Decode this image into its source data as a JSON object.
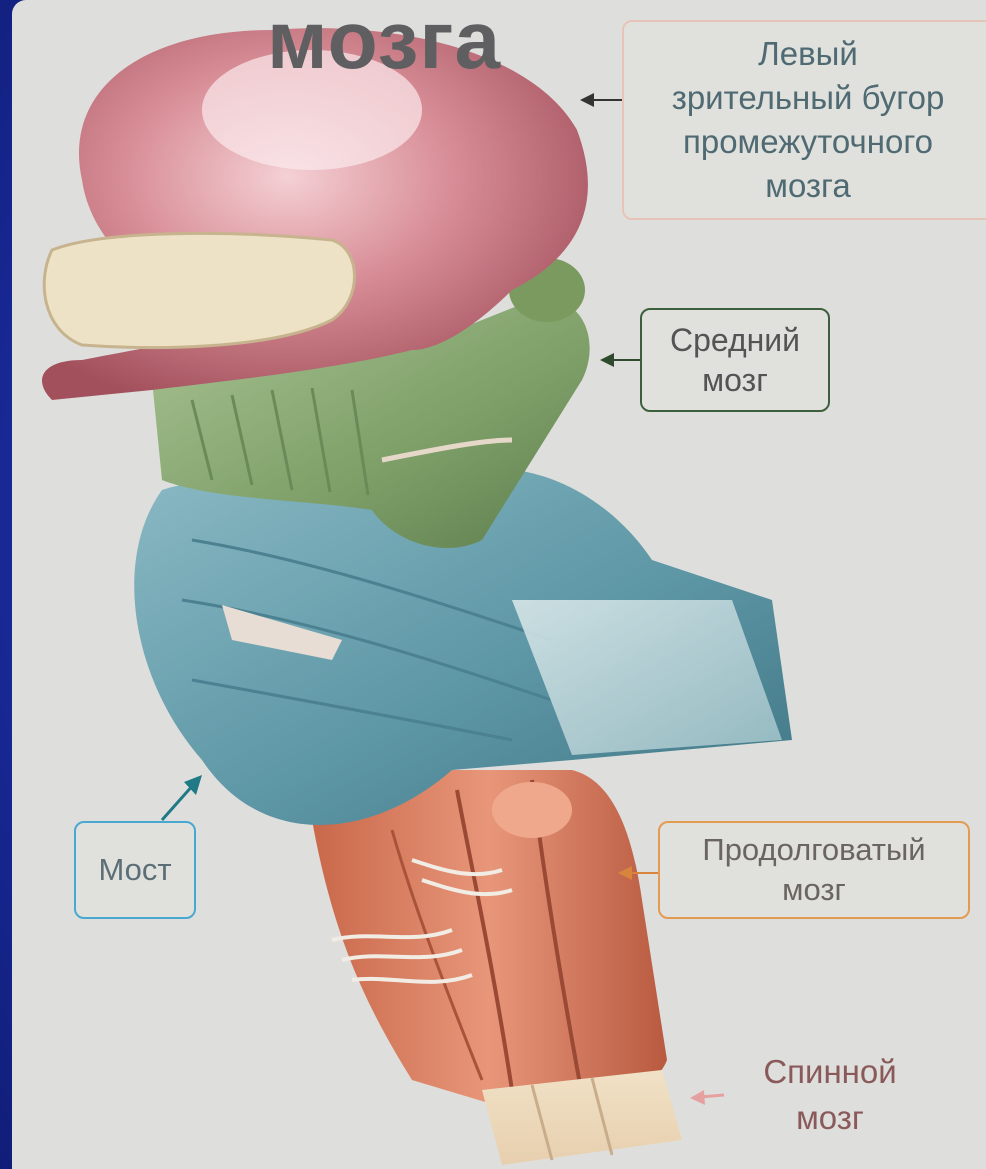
{
  "slide": {
    "title": "мозга",
    "colors": {
      "background": "#1d2fa6",
      "panel": "#dedfdc",
      "title_text": "#5f5f61"
    }
  },
  "labels": {
    "thalamus": "Левый\nзрительный бугор\nпромежуточного\nмозга",
    "midbrain": "Средний\nмозг",
    "pons": "Мост",
    "medulla": "Продолговатый\nмозг",
    "spinal_cord": "Спинной\nмозг"
  },
  "label_colors": {
    "thalamus": "#e8c3b7",
    "midbrain": "#3e5f3c",
    "pons": "#49a8cf",
    "medulla": "#e59a52",
    "spinal_cord": "#e6a0a0"
  },
  "illustration": "brainstem-anatomy-drawing"
}
